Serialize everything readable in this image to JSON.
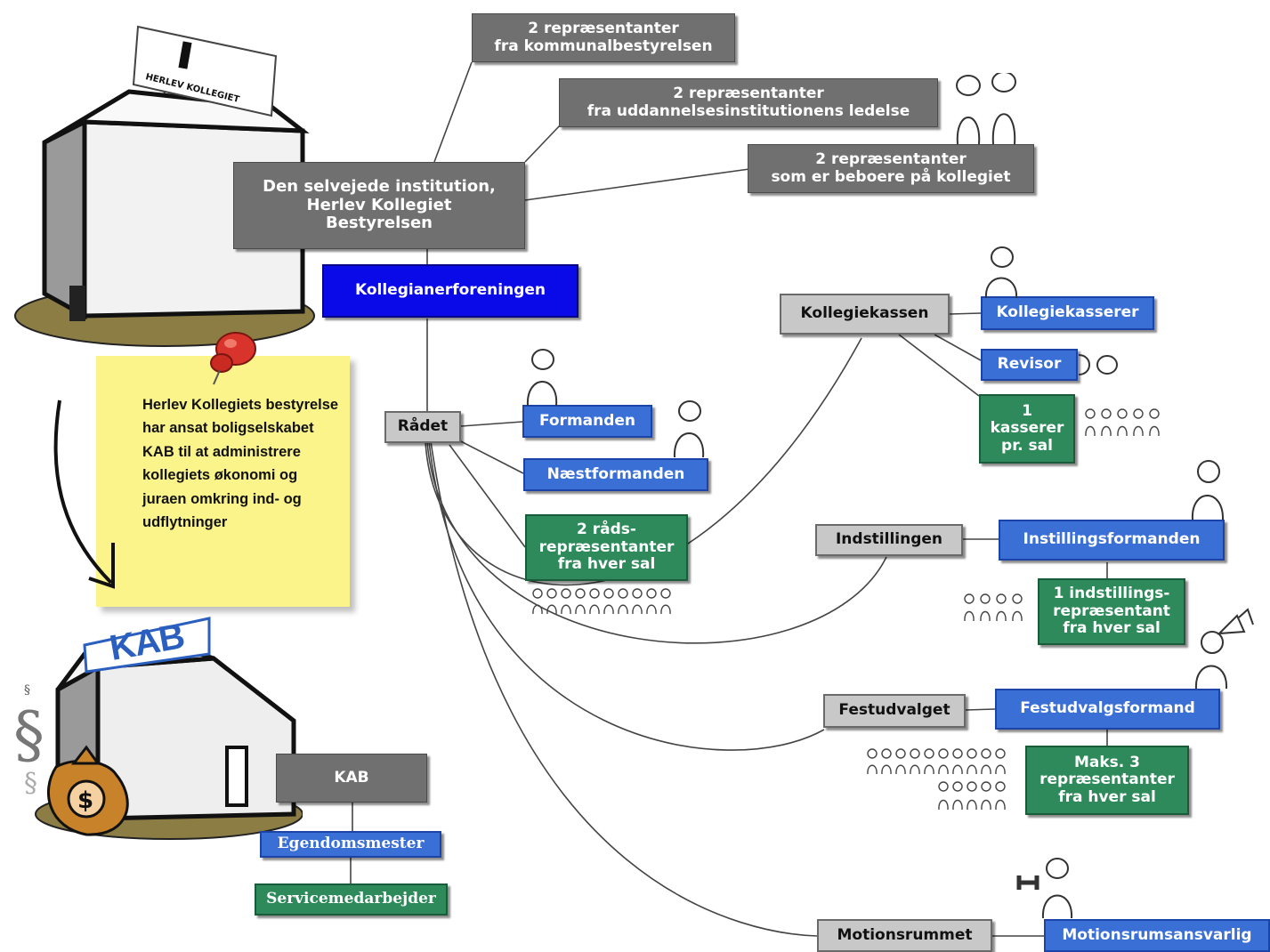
{
  "board": {
    "kommunal": "2 repræsentanter\nfra kommunalbestyrelsen",
    "uddannelse": "2 repræsentanter\nfra uddannelsesinstitutionens ledelse",
    "beboere": "2 repræsentanter\nsom er beboere på kollegiet",
    "institution": "Den selvejede institution,\nHerlev Kollegiet\nBestyrelsen"
  },
  "building_sign": "HERLEV KOLLEGIET",
  "kab_logo": "KAB",
  "kollegianerforeningen": "Kollegianerforeningen",
  "raadet": {
    "title": "Rådet",
    "formanden": "Formanden",
    "naestformanden": "Næstformanden",
    "repr": "2 råds-\nrepræsentanter\nfra hver sal"
  },
  "kollegiekassen": {
    "title": "Kollegiekassen",
    "kasserer": "Kollegiekasserer",
    "revisor": "Revisor",
    "kasserer_sal": "1\nkasserer\npr. sal"
  },
  "indstillingen": {
    "title": "Indstillingen",
    "formand": "Instillingsformanden",
    "repr": "1 indstillings-\nrepræsentant\nfra hver sal"
  },
  "festudvalget": {
    "title": "Festudvalget",
    "formand": "Festudvalgsformand",
    "repr": "Maks. 3\nrepræsentanter\nfra hver sal"
  },
  "motionsrummet": {
    "title": "Motionsrummet",
    "ansvarlig": "Motionsrumsansvarlig"
  },
  "kab": {
    "title": "KAB",
    "egendomsmester": "Egendomsmester",
    "service": "Servicemedarbejder"
  },
  "note": "Herlev Kollegiets bestyrelse har ansat boligselskabet KAB til at administrere kollegiets økonomi og juraen omkring ind- og udflytninger",
  "colors": {
    "gray_box": "#707070",
    "light_gray_box": "#c8c8c8",
    "blue_box": "#3a6fd6",
    "dark_blue_box": "#0a0ae8",
    "green_box": "#2e8a5a",
    "note_yellow": "#fbf48a",
    "pin_red": "#d9342b"
  }
}
